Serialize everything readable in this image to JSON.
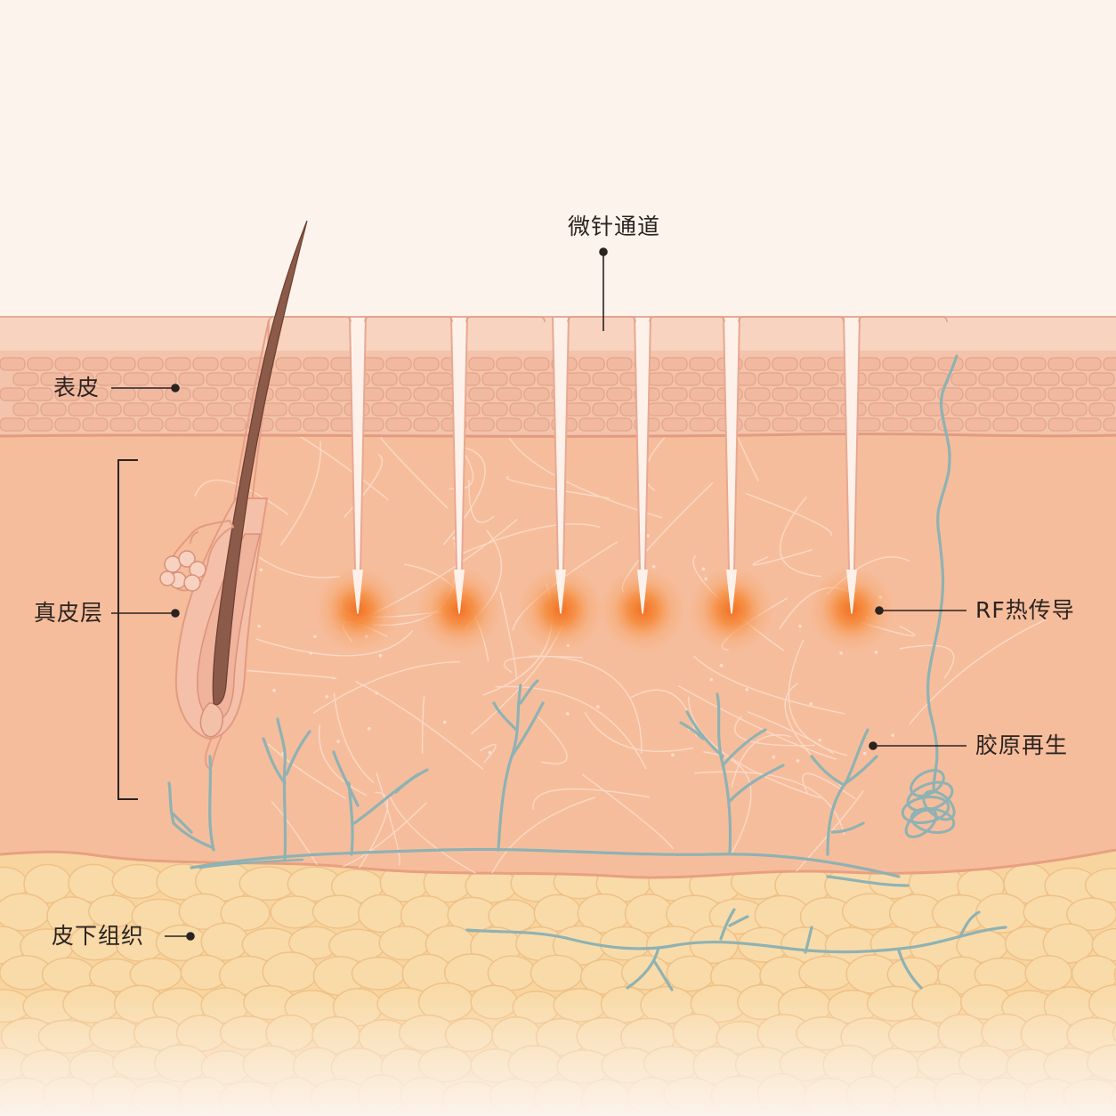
{
  "labels": {
    "microchannel": "微针通道",
    "epidermis": "表皮",
    "dermis": "真皮层",
    "subcutaneous": "皮下组织",
    "rf_heat": "RF热传导",
    "collagen": "胶原再生"
  },
  "colors": {
    "background": "#fcf3ec",
    "epidermis": "#f3c3ab",
    "dermis": "#f6bd9c",
    "fat": "#f8d49c",
    "vessel": "#8fb2b3",
    "hair": "#7a4e40",
    "heat": "#f47a2c",
    "leader": "#2b2320"
  }
}
